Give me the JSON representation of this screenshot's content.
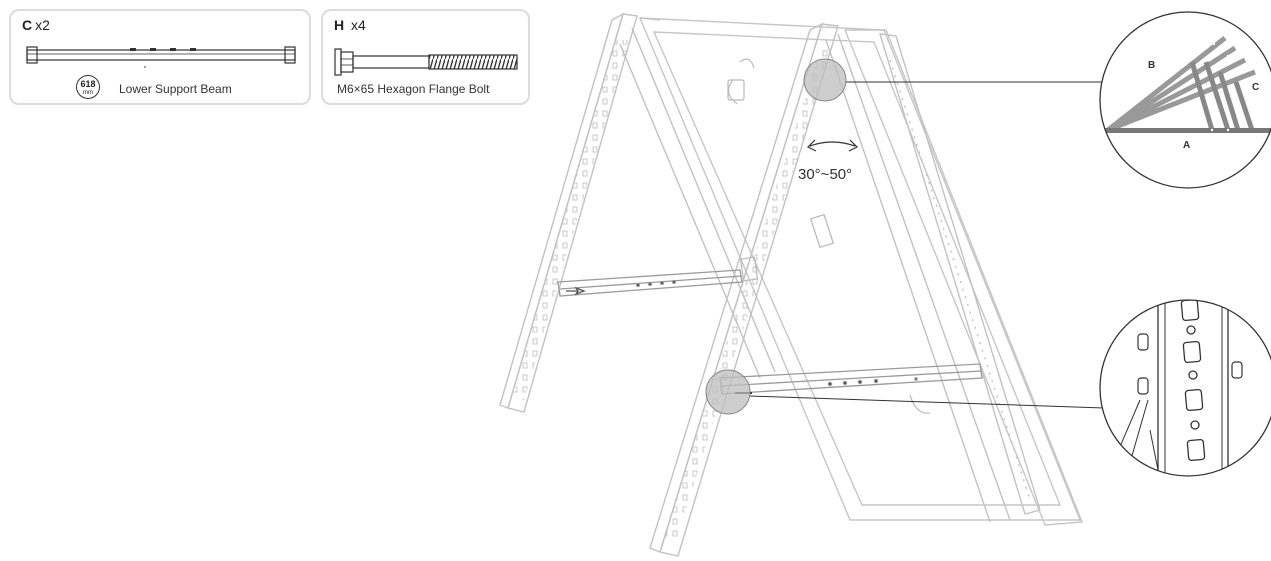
{
  "parts": [
    {
      "letter": "C",
      "qty": "x2",
      "length_value": "618",
      "length_unit": "mm",
      "name": "Lower Support Beam"
    },
    {
      "letter": "H",
      "qty": "x4",
      "name": "M6×65 Hexagon Flange Bolt"
    }
  ],
  "diagram": {
    "angle_range": "30°~50°",
    "detail_labels": {
      "a": "A",
      "b": "B",
      "c": "C"
    }
  }
}
